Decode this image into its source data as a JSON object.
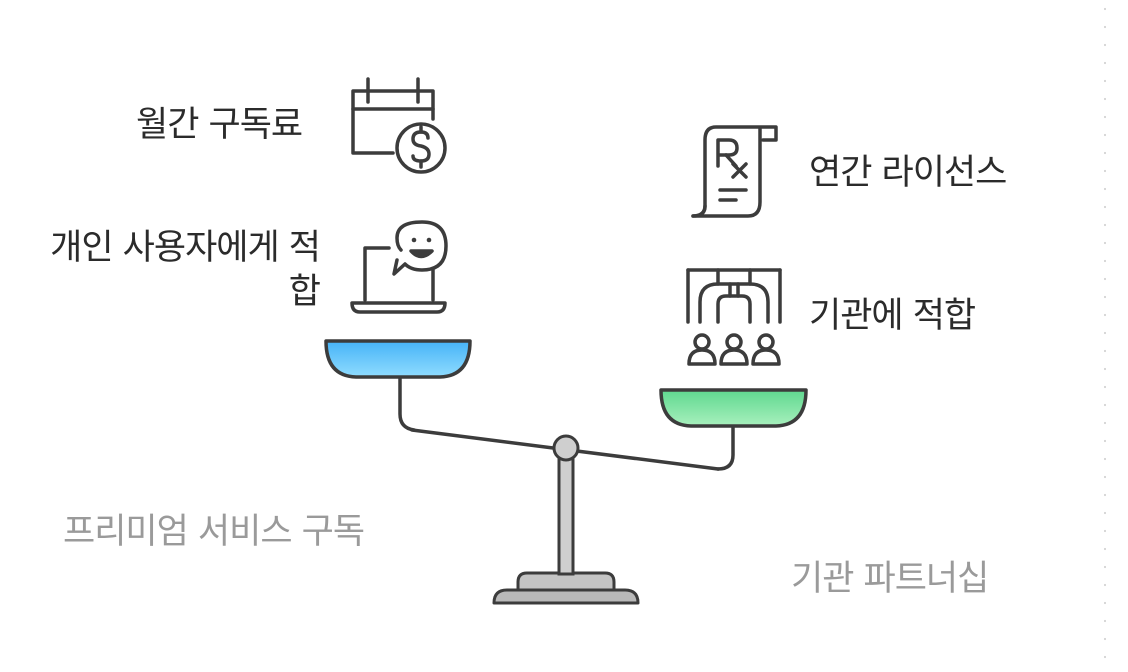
{
  "left": {
    "items": [
      {
        "label": "월간 구독료",
        "icon": "calendar-dollar-icon"
      },
      {
        "label_line1": "개인 사용자에게 적",
        "label_line2": "합",
        "icon": "laptop-chat-icon"
      }
    ],
    "caption": "프리미엄 서비스 구독",
    "pan_color": "#6ec8fb"
  },
  "right": {
    "items": [
      {
        "label": "연간 라이선스",
        "icon": "prescription-document-icon"
      },
      {
        "label": "기관에 적합",
        "icon": "institution-people-icon"
      }
    ],
    "caption": "기관 파트너십",
    "pan_color": "#8fe3a8"
  }
}
